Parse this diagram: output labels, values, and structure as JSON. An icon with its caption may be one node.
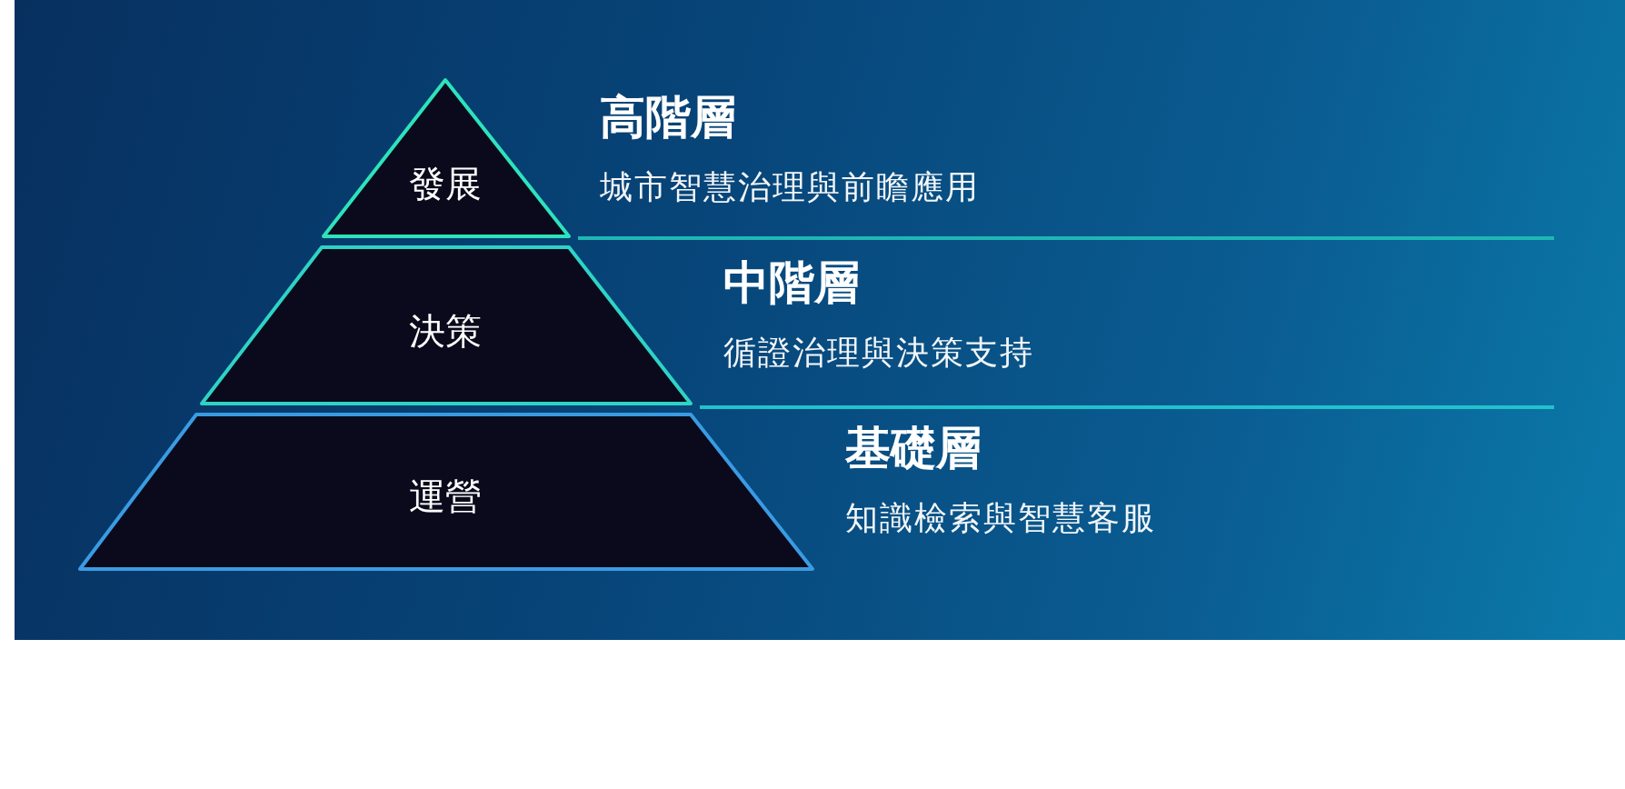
{
  "diagram": {
    "nodes": [
      {
        "text": [
          "發展"
        ],
        "beside": [
          "高階層",
          "城市智慧治理與前瞻應用"
        ]
      },
      {
        "text": [
          "決策"
        ],
        "beside": [
          "中階層",
          "循證治理與決策支持"
        ]
      },
      {
        "text": [
          "運營"
        ],
        "beside": [
          "基礎層",
          "知識檢索與智慧客服"
        ]
      }
    ]
  }
}
